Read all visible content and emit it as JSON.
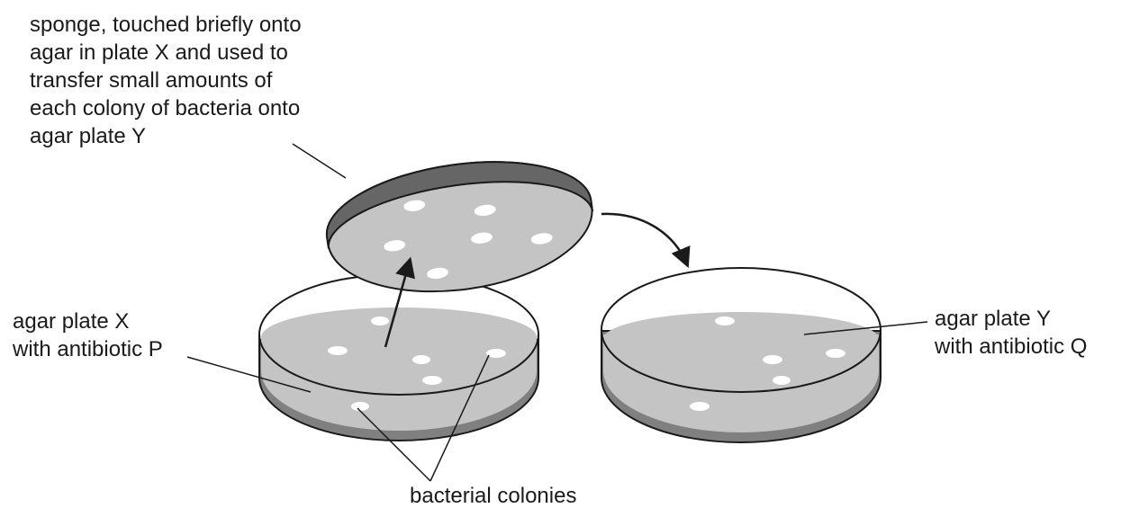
{
  "labels": {
    "sponge": [
      "sponge, touched briefly onto",
      "agar in plate X and used to",
      "transfer small amounts of",
      "each colony of bacteria onto",
      "agar plate Y"
    ],
    "plate_x": [
      "agar plate X",
      "with antibiotic P"
    ],
    "plate_y": [
      "agar plate Y",
      "with antibiotic Q"
    ],
    "colonies": "bacterial colonies"
  },
  "colors": {
    "agar": "#c4c4c4",
    "plate_base": "#808080",
    "plate_wall": "#e2e2e2",
    "sponge_rim": "#666666",
    "colony": "#ffffff",
    "outline": "#1a1a1a"
  }
}
